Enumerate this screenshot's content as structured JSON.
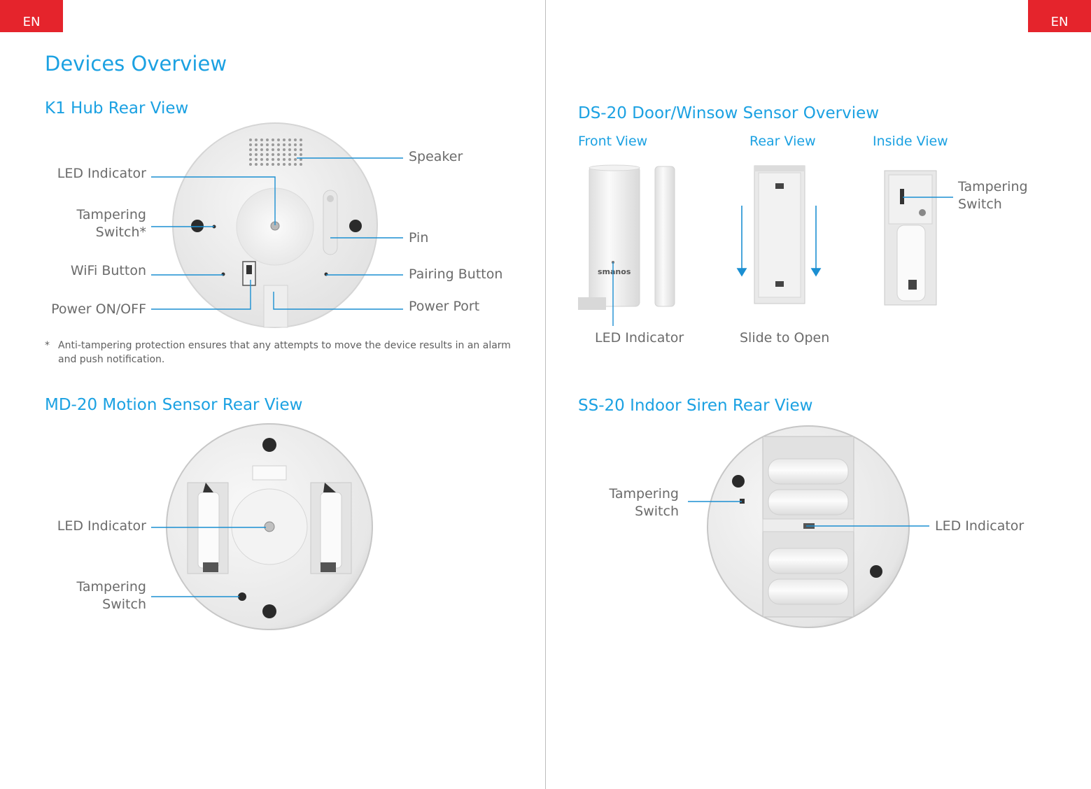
{
  "tabs": {
    "left": "EN",
    "right": "EN"
  },
  "left_page": {
    "title": "Devices Overview",
    "hub": {
      "heading": "K1 Hub Rear View",
      "labels": {
        "led_indicator": "LED Indicator",
        "tampering": "Tampering",
        "switch_star": "Switch*",
        "wifi_button": "WiFi Button",
        "power_on_off": "Power ON/OFF",
        "speaker": "Speaker",
        "pin": "Pin",
        "pairing_button": "Pairing Button",
        "power_port": "Power Port"
      },
      "footnote_marker": "*",
      "footnote": "Anti-tampering protection ensures that any attempts to move the device results in an alarm and push notification."
    },
    "motion": {
      "heading": "MD-20 Motion Sensor Rear View",
      "labels": {
        "led_indicator": "LED Indicator",
        "tampering": "Tampering",
        "switch": "Switch"
      }
    }
  },
  "right_page": {
    "door": {
      "heading": "DS-20 Door/Winsow Sensor Overview",
      "views": {
        "front": "Front View",
        "rear": "Rear View",
        "inside": "Inside View"
      },
      "brand": "smanos",
      "labels": {
        "led_indicator": "LED Indicator",
        "slide_to_open": "Slide to Open",
        "tampering": "Tampering",
        "switch": "Switch"
      }
    },
    "siren": {
      "heading": "SS-20 Indoor Siren Rear View",
      "labels": {
        "tampering": "Tampering",
        "switch": "Switch",
        "led_indicator": "LED Indicator"
      }
    }
  },
  "colors": {
    "accent_red": "#e5242c",
    "heading_blue": "#1ba1e2",
    "leader_line": "#1b8fd2"
  }
}
